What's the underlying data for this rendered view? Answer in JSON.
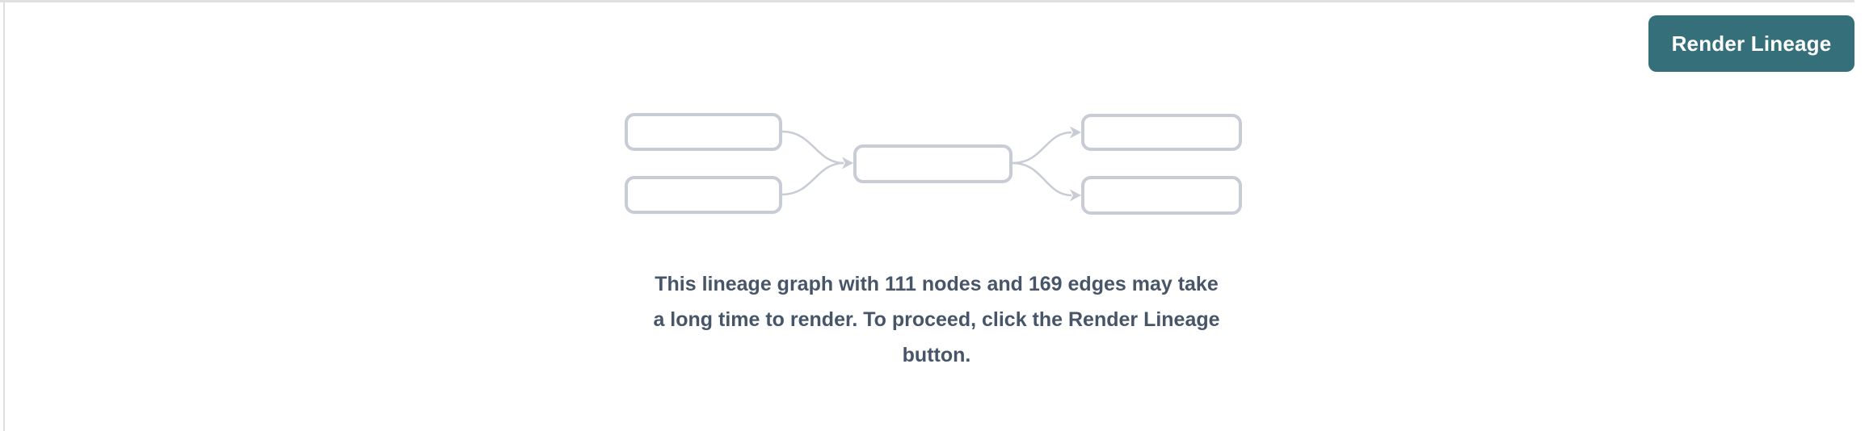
{
  "panel": {
    "background_color": "#ffffff",
    "top_border_color": "#e0e0e3",
    "left_border_color": "#dfdfe2",
    "accent_color": "#35707a",
    "node_outline_color": "#c7ccd5",
    "message_text_color": "#475569"
  },
  "toolbar": {
    "render_lineage_label": "Render Lineage"
  },
  "graphic": {
    "name": "lineage-graph-placeholder",
    "node_box_count": 5,
    "edge_count": 4
  },
  "message": {
    "full_text": "This lineage graph with 111 nodes and 169 edges may take a long time to render. To proceed, click the Render Lineage button.",
    "lines": [
      "This lineage graph with 111 nodes and 169 edges may take",
      "a long time to render. To proceed, click the Render Lineage",
      "button."
    ],
    "node_count": "111",
    "edge_count": "169"
  }
}
